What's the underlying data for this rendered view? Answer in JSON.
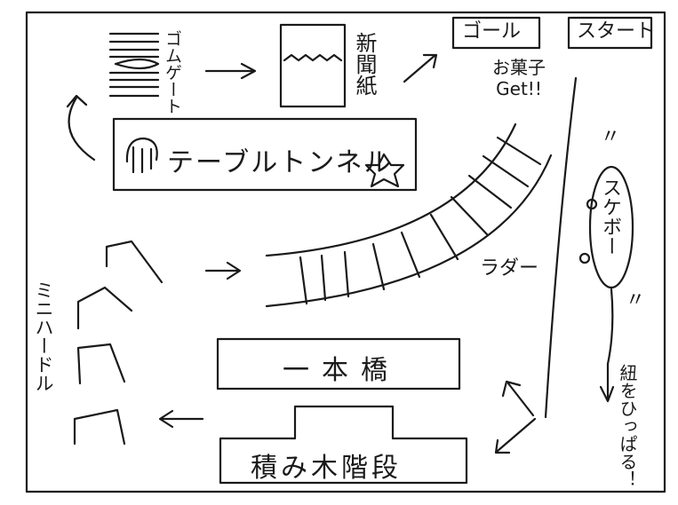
{
  "start": "スタート",
  "goal": "ゴール",
  "string_pull": "紐をひっぱる！",
  "skateboard": "スケボー",
  "ditto": "〃",
  "bridge": "一本橋",
  "block_stairs": "積み木階段",
  "mini_hurdle": "ミニハードル",
  "ladder": "ラダー",
  "table_tunnel": "テーブルトンネル",
  "rubber_gate": "ゴムゲート",
  "newspaper": "新聞紙",
  "snack_get": "お菓子Get!!"
}
